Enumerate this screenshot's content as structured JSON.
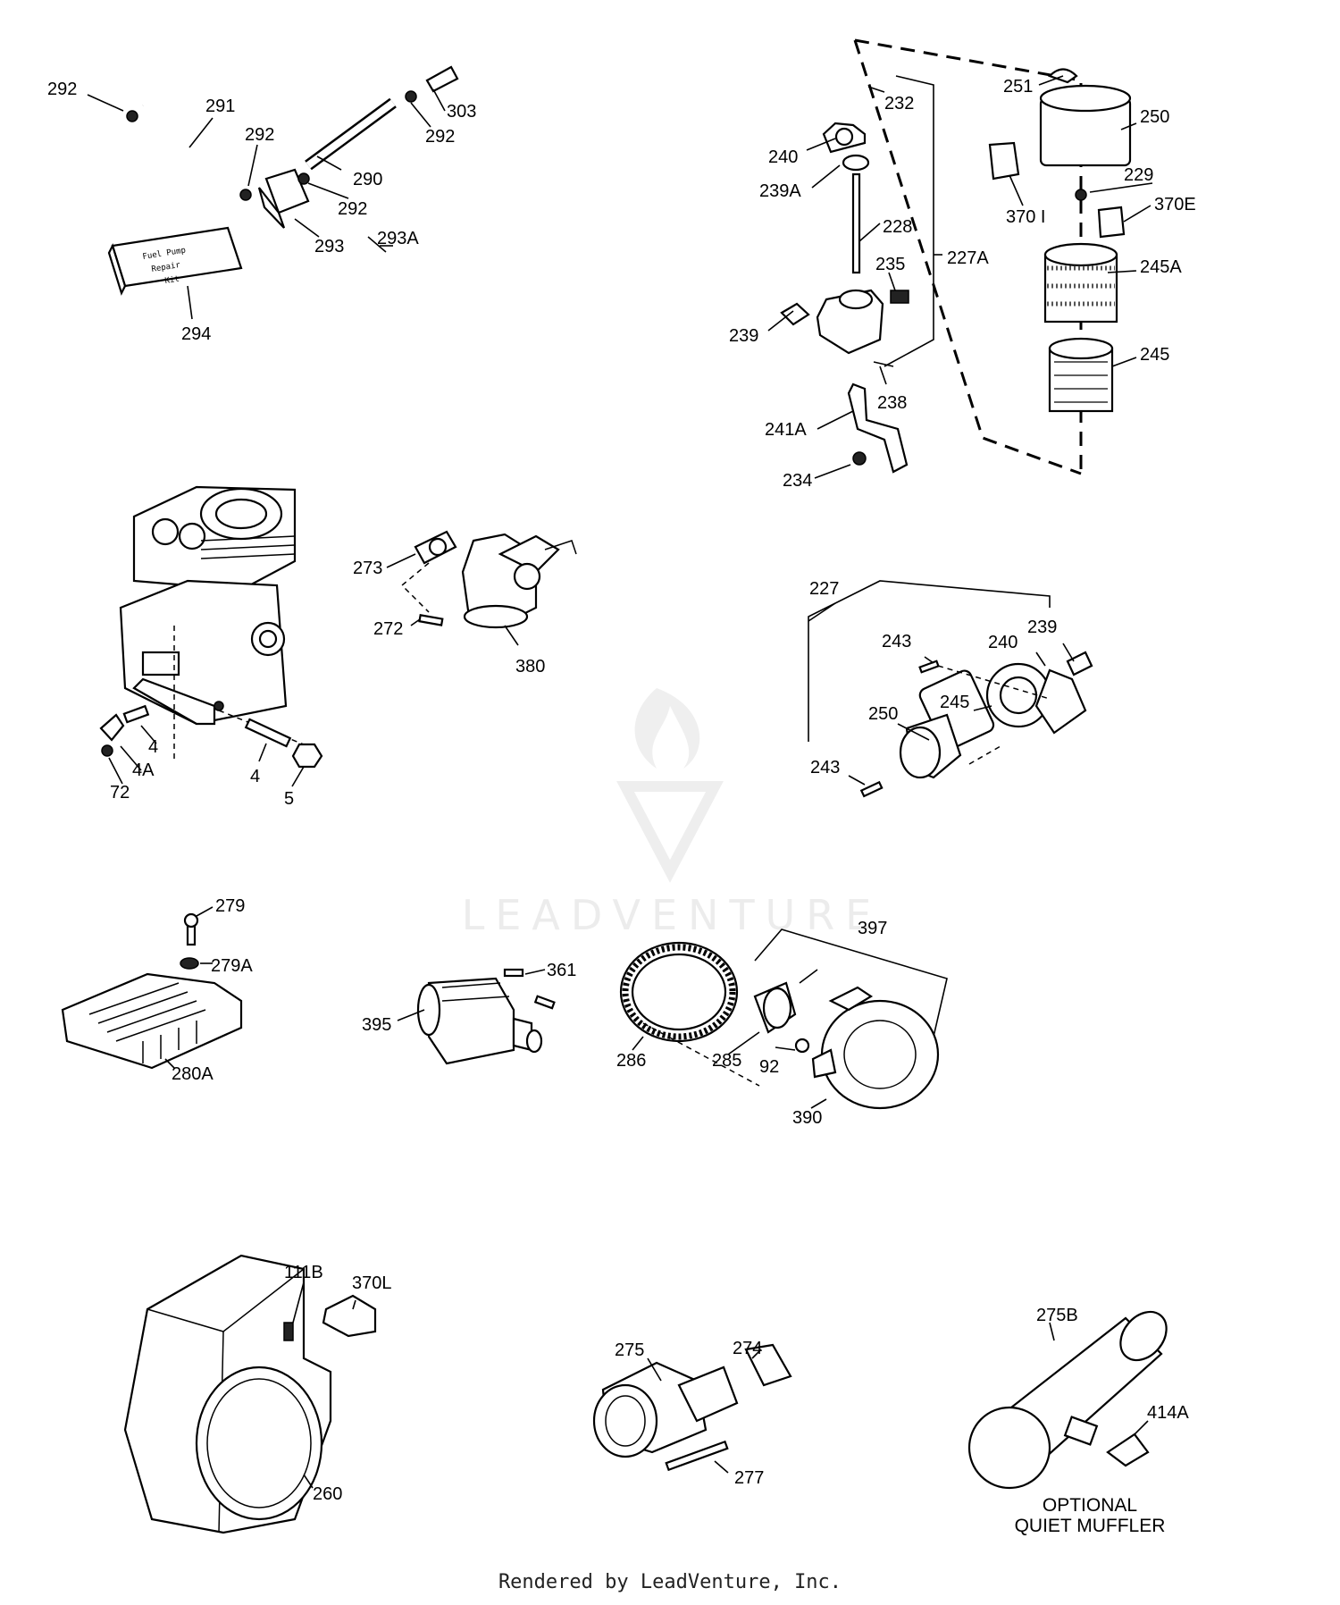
{
  "footer": "Rendered by LeadVenture, Inc.",
  "watermark": "LEADVENTURE",
  "note": {
    "line1": "OPTIONAL",
    "line2": "QUIET MUFFLER"
  },
  "kit_text": {
    "l1": "Fuel Pump",
    "l2": "Repair",
    "l3": "Kit"
  },
  "labels": {
    "c292a": "292",
    "c291": "291",
    "c292b": "292",
    "c290": "290",
    "c292c": "292",
    "c303": "303",
    "c292d": "292",
    "c293": "293",
    "c293A": "293A",
    "c294": "294",
    "c232": "232",
    "c240a": "240",
    "c239Aa": "239A",
    "c228": "228",
    "c235": "235",
    "c227A": "227A",
    "c239a": "239",
    "c238": "238",
    "c241A": "241A",
    "c234": "234",
    "c251": "251",
    "c250a": "250",
    "c229": "229",
    "c370I": "370 I",
    "c370E": "370E",
    "c245A": "245A",
    "c245a": "245",
    "c273": "273",
    "c272": "272",
    "c380": "380",
    "c4a": "4",
    "c4A": "4A",
    "c72": "72",
    "c4b": "4",
    "c5": "5",
    "c227": "227",
    "c243a": "243",
    "c240b": "240",
    "c239b": "239",
    "c250b": "250",
    "c245b": "245",
    "c243b": "243",
    "c279": "279",
    "c279A": "279A",
    "c280A": "280A",
    "c361": "361",
    "c395": "395",
    "c397": "397",
    "c286": "286",
    "c285": "285",
    "c92": "92",
    "c390": "390",
    "c111B": "111B",
    "c370L": "370L",
    "c260": "260",
    "c275": "275",
    "c274": "274",
    "c277": "277",
    "c275B": "275B",
    "c414A": "414A"
  }
}
